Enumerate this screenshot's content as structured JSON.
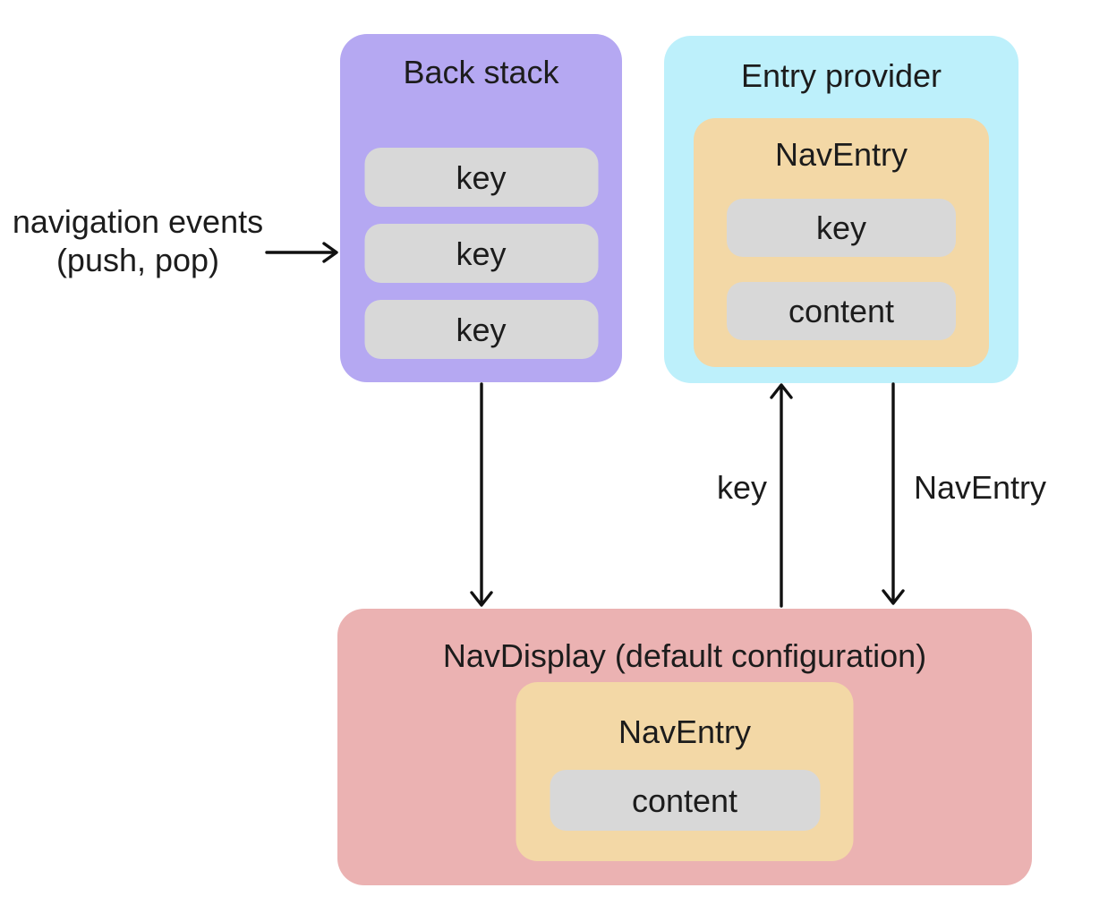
{
  "colors": {
    "purple": "#b5a8f2",
    "cyan": "#bdf0fb",
    "orange": "#f3d8a6",
    "gray": "#d8d8d8",
    "pink": "#ebb2b2",
    "ink": "#1c1c1c",
    "arrow": "#111111"
  },
  "nav_events": {
    "line1": "navigation events",
    "line2": "(push, pop)"
  },
  "back_stack": {
    "title": "Back stack",
    "keys": [
      "key",
      "key",
      "key"
    ]
  },
  "entry_provider": {
    "title": "Entry provider",
    "nav_entry": {
      "title": "NavEntry",
      "key_label": "key",
      "content_label": "content"
    }
  },
  "nav_display": {
    "title": "NavDisplay (default configuration)",
    "nav_entry": {
      "title": "NavEntry",
      "content_label": "content"
    }
  },
  "arrows": {
    "key_label": "key",
    "nav_entry_label": "NavEntry"
  }
}
